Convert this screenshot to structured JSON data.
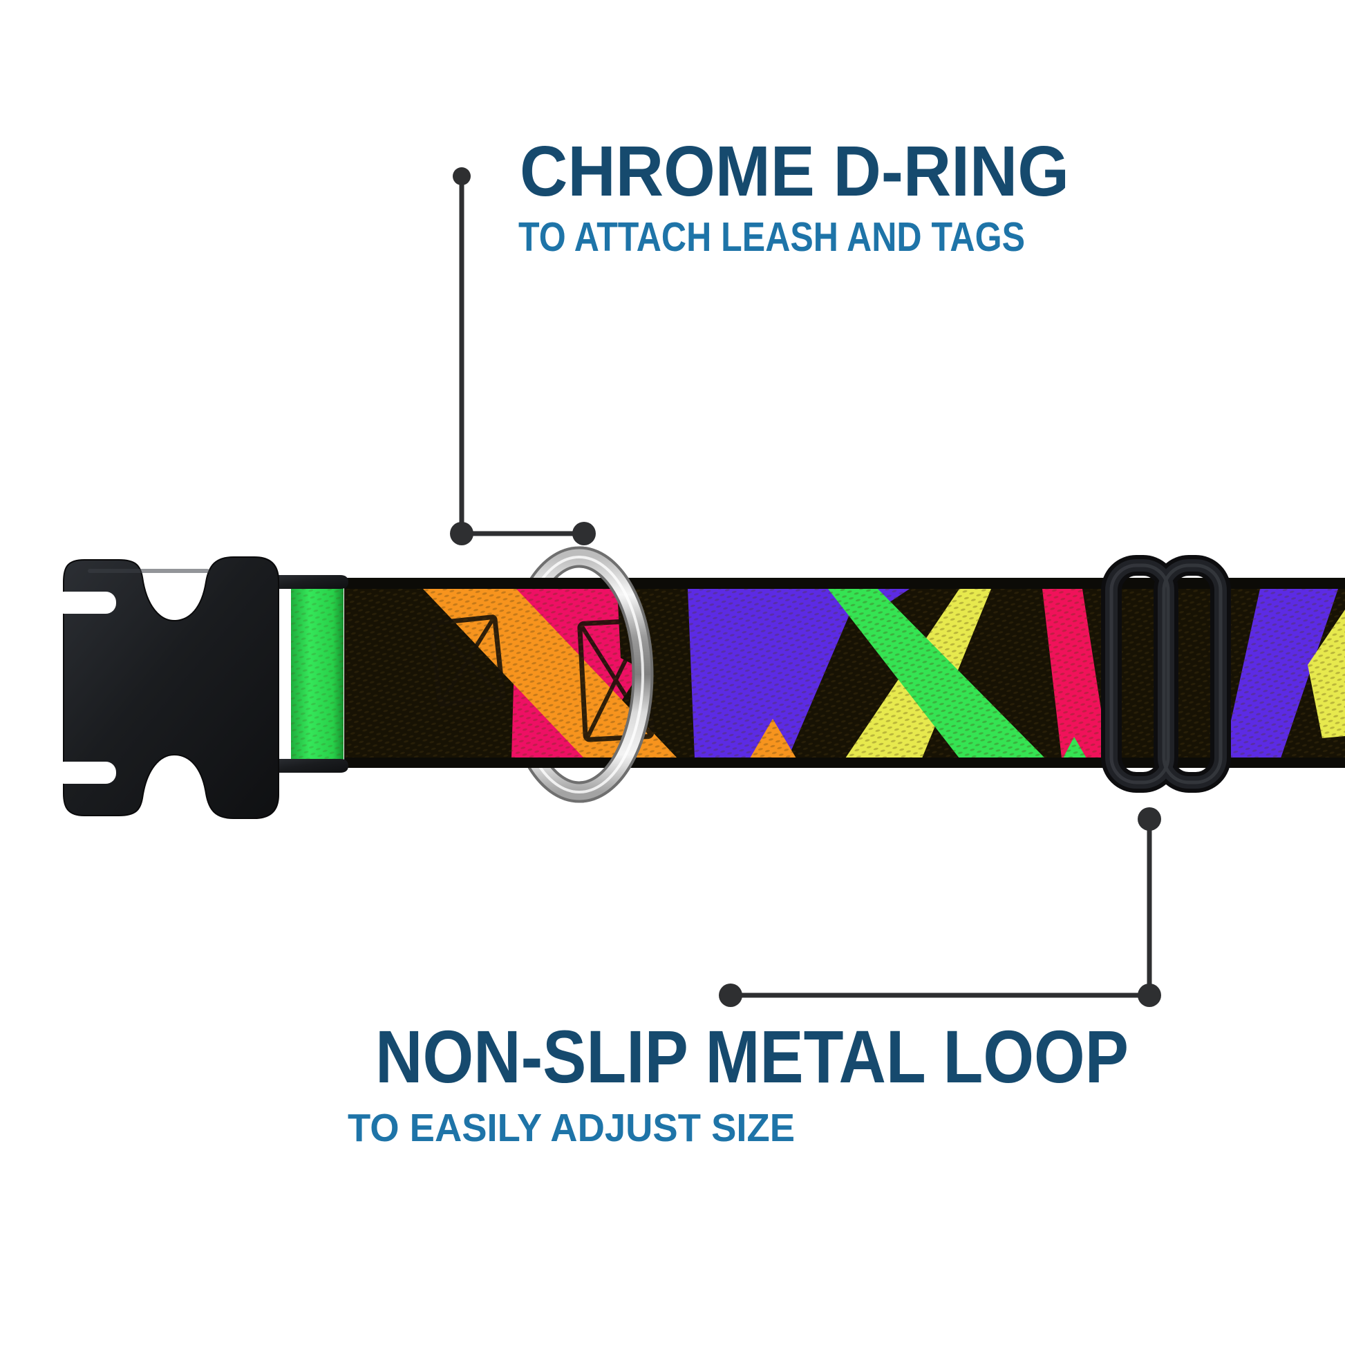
{
  "callouts": {
    "top": {
      "title": "CHROME D-RING",
      "subtitle": "TO ATTACH LEASH AND TAGS"
    },
    "bottom": {
      "title": "NON-SLIP METAL LOOP",
      "subtitle": "TO EASILY ADJUST SIZE"
    }
  },
  "colors": {
    "title-navy": "#164a6e",
    "subtitle-blue": "#1e74a8",
    "callout-dark": "#2e2f31",
    "strap-black": "#171204",
    "stripe-orange": "#f7941e",
    "stripe-magenta": "#ee1064",
    "stripe-purple": "#5c2be4",
    "stripe-green": "#35e353",
    "stripe-yellow": "#e7e94e",
    "stripe-pink": "#f0125a",
    "webbing-green": "#2bd94c",
    "hardware-black": "#17181b",
    "chrome-mid": "#8b8b8b"
  }
}
